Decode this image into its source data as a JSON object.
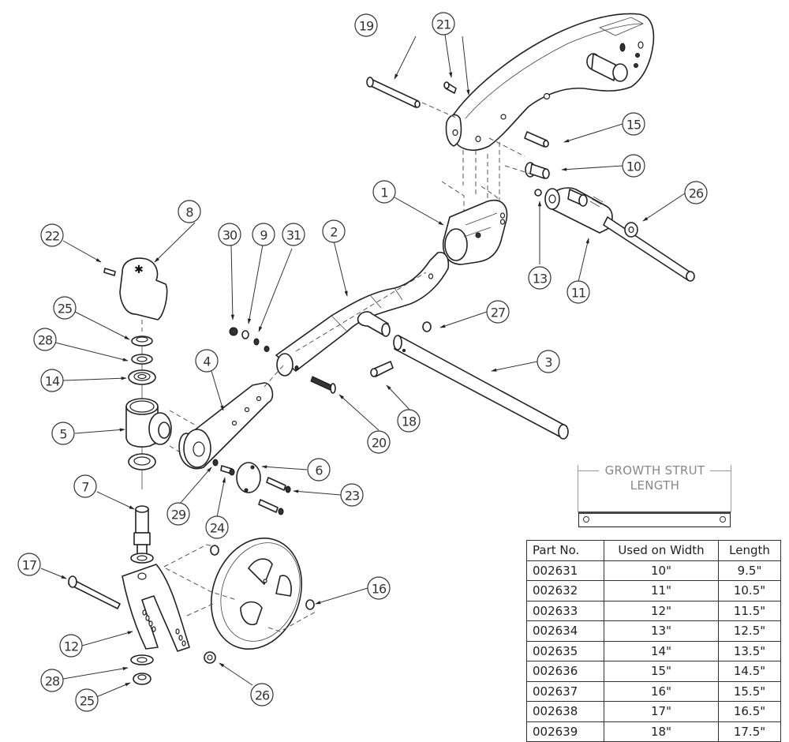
{
  "diagram": {
    "callouts": [
      {
        "id": "1",
        "label": "1"
      },
      {
        "id": "2",
        "label": "2"
      },
      {
        "id": "3",
        "label": "3"
      },
      {
        "id": "4",
        "label": "4"
      },
      {
        "id": "5",
        "label": "5"
      },
      {
        "id": "6",
        "label": "6"
      },
      {
        "id": "7",
        "label": "7"
      },
      {
        "id": "8",
        "label": "8"
      },
      {
        "id": "9",
        "label": "9"
      },
      {
        "id": "10",
        "label": "10"
      },
      {
        "id": "11",
        "label": "11"
      },
      {
        "id": "12",
        "label": "12"
      },
      {
        "id": "13",
        "label": "13"
      },
      {
        "id": "14",
        "label": "14"
      },
      {
        "id": "15",
        "label": "15"
      },
      {
        "id": "16",
        "label": "16"
      },
      {
        "id": "17",
        "label": "17"
      },
      {
        "id": "18",
        "label": "18"
      },
      {
        "id": "19",
        "label": "19"
      },
      {
        "id": "20",
        "label": "20"
      },
      {
        "id": "21",
        "label": "21"
      },
      {
        "id": "22",
        "label": "22"
      },
      {
        "id": "23",
        "label": "23"
      },
      {
        "id": "24",
        "label": "24"
      },
      {
        "id": "25a",
        "label": "25"
      },
      {
        "id": "25b",
        "label": "25"
      },
      {
        "id": "26a",
        "label": "26"
      },
      {
        "id": "26b",
        "label": "26"
      },
      {
        "id": "27",
        "label": "27"
      },
      {
        "id": "28a",
        "label": "28"
      },
      {
        "id": "28b",
        "label": "28"
      },
      {
        "id": "29",
        "label": "29"
      },
      {
        "id": "30",
        "label": "30"
      },
      {
        "id": "31",
        "label": "31"
      }
    ]
  },
  "growth_strut": {
    "label_line1": "GROWTH STRUT",
    "label_line2": "LENGTH"
  },
  "parts_table": {
    "headers": [
      "Part No.",
      "Used on Width",
      "Length"
    ],
    "rows": [
      [
        "002631",
        "10\"",
        "9.5\""
      ],
      [
        "002632",
        "11\"",
        "10.5\""
      ],
      [
        "002633",
        "12\"",
        "11.5\""
      ],
      [
        "002634",
        "13\"",
        "12.5\""
      ],
      [
        "002635",
        "14\"",
        "13.5\""
      ],
      [
        "002636",
        "15\"",
        "14.5\""
      ],
      [
        "002637",
        "16\"",
        "15.5\""
      ],
      [
        "002638",
        "17\"",
        "16.5\""
      ],
      [
        "002639",
        "18\"",
        "17.5\""
      ]
    ]
  }
}
